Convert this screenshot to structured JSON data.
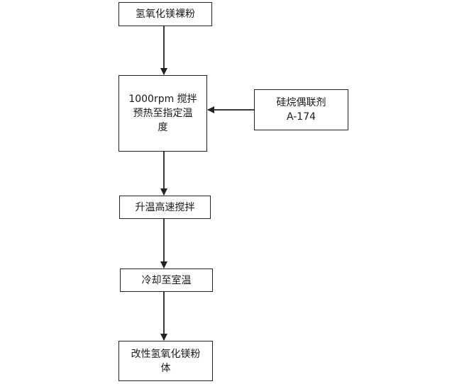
{
  "diagram": {
    "nodes": [
      {
        "id": "n1",
        "lines": [
          "氢氧化镁裸粉"
        ]
      },
      {
        "id": "n2",
        "lines": [
          "1000rpm 搅拌",
          "预热至指定温",
          "度"
        ]
      },
      {
        "id": "n3",
        "lines": [
          "硅烷偶联剂",
          "A-174"
        ]
      },
      {
        "id": "n4",
        "lines": [
          "升温高速搅拌"
        ]
      },
      {
        "id": "n5",
        "lines": [
          "冷却至室温"
        ]
      },
      {
        "id": "n6",
        "lines": [
          "改性氢氧化镁粉",
          "体"
        ]
      }
    ],
    "edges": [
      {
        "from": "n1",
        "to": "n2"
      },
      {
        "from": "n3",
        "to": "n2"
      },
      {
        "from": "n2",
        "to": "n4"
      },
      {
        "from": "n4",
        "to": "n5"
      },
      {
        "from": "n5",
        "to": "n6"
      }
    ],
    "colors": {
      "stroke": "#222222",
      "background": "#ffffff",
      "text": "#1a1a1a"
    }
  }
}
